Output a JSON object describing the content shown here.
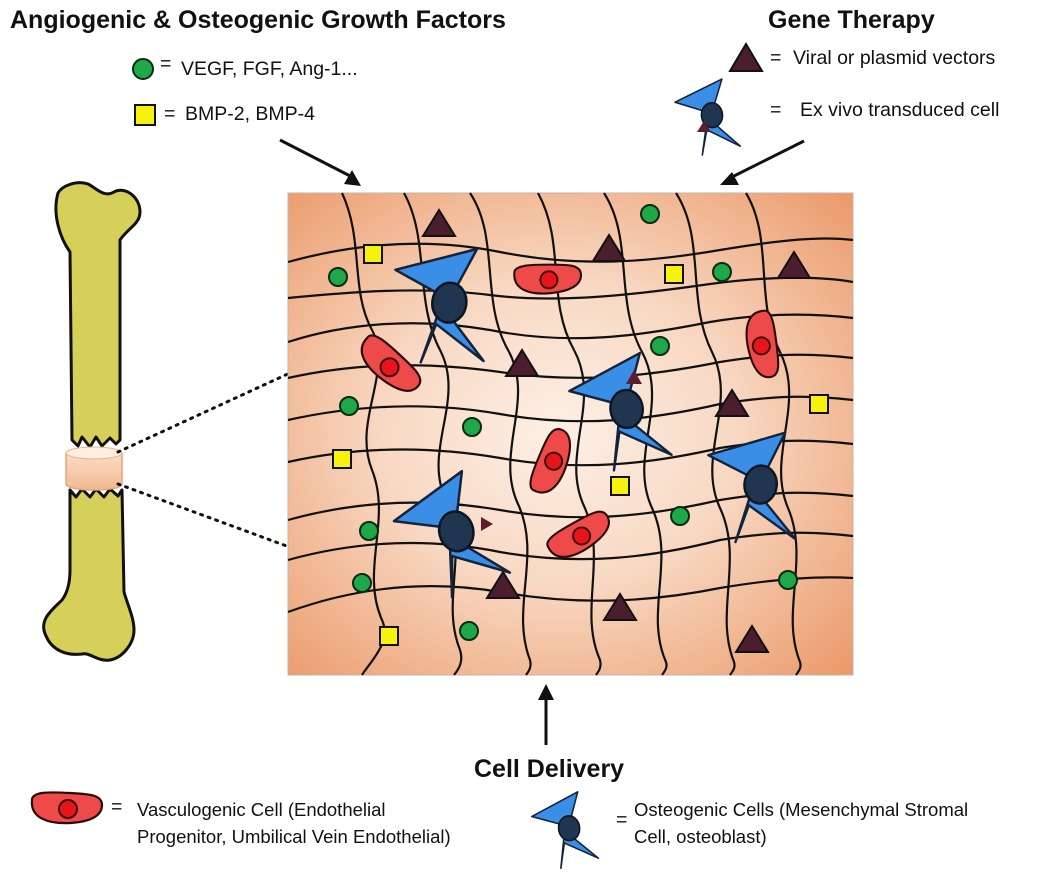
{
  "headings": {
    "growth_factors": "Angiogenic & Osteogenic Growth Factors",
    "gene_therapy": "Gene Therapy",
    "cell_delivery": "Cell Delivery"
  },
  "legend": {
    "circle": "VEGF, FGF, Ang-1...",
    "square": "BMP-2, BMP-4",
    "triangle": "Viral or plasmid vectors",
    "transduced": "Ex vivo transduced cell",
    "vasculogenic_line1": "Vasculogenic Cell (Endothelial",
    "vasculogenic_line2": "Progenitor, Umbilical Vein Endothelial)",
    "osteogenic_line1": "Osteogenic Cells (Mesenchymal Stromal",
    "osteogenic_line2": "Cell, osteoblast)",
    "equals": "="
  },
  "colors": {
    "growth_factor_circle": "#1fa84a",
    "bmp_square": "#f6f20b",
    "vector_triangle": "#4a1e2c",
    "osteogenic_cell": "#3a8ee6",
    "cell_nucleus": "#1f3550",
    "vasculogenic_cell": "#ee4a4a",
    "vasculogenic_nucleus": "#e8141c",
    "bone": "#d6d05a",
    "scaffold_light": "#fbe8dc",
    "scaffold_dark": "#eb9c6d"
  }
}
